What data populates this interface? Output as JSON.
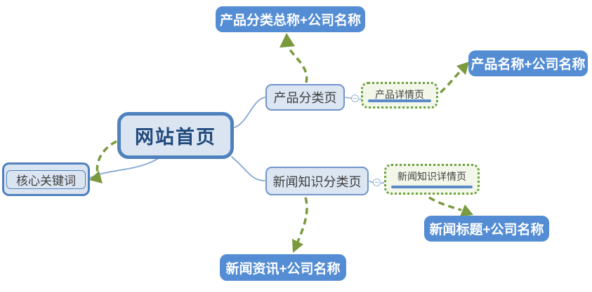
{
  "mindmap": {
    "type": "website-seo-structure-mindmap",
    "root": {
      "label": "网站首页"
    },
    "core_keyword": {
      "label": "核心关键词"
    },
    "product": {
      "category_page": {
        "label": "产品分类页"
      },
      "detail_page": {
        "label": "产品详情页"
      },
      "category_callout": {
        "label": "产品分类总称+公司名称"
      },
      "detail_callout": {
        "label": "产品名称+公司名称"
      }
    },
    "news": {
      "category_page": {
        "label": "新闻知识分类页"
      },
      "detail_page": {
        "label": "新闻知识详情页"
      },
      "category_callout": {
        "label": "新闻资讯+公司名称"
      },
      "detail_callout": {
        "label": "新闻标题+公司名称"
      }
    },
    "icons": {
      "collapse_product": "minus-icon",
      "collapse_news": "minus-icon"
    },
    "colors": {
      "callout_fill": "#548dd4",
      "root_fill": "#dbe5f1",
      "root_border": "#4f81bd",
      "category_fill": "#dce6f2",
      "category_border": "#6f94cb",
      "detail_fill": "#f3f7ea",
      "detail_dotted_border": "#6aa23c",
      "detail_underline": "#5b8ac9",
      "branch_line": "#84a7d4",
      "relationship_arrow_green": "#7b9a3e",
      "text_dark": "#3d3d3d",
      "root_text": "#1f497d",
      "callout_text": "#ffffff"
    }
  }
}
